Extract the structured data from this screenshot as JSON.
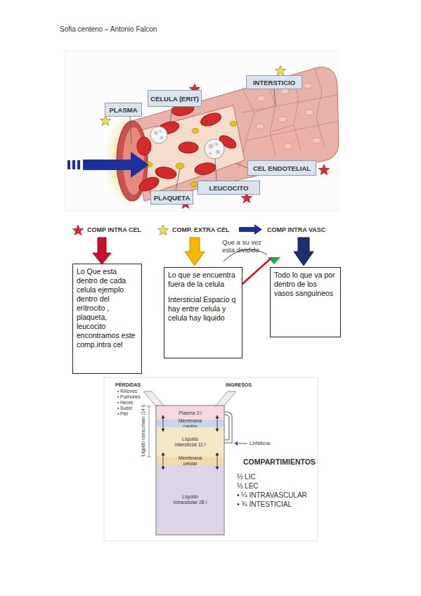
{
  "diagram": {
    "nodes": [
      {
        "text": [
          "INTERSTICIO"
        ]
      },
      {
        "text": [
          "CELULA (ERIT)"
        ]
      },
      {
        "text": [
          "PLASMA"
        ]
      },
      {
        "text": [
          "CEL ENDOTELIAL"
        ]
      },
      {
        "text": [
          "LEUCOCITO"
        ]
      },
      {
        "text": [
          "PLAQUETA"
        ]
      },
      {
        "text": [
          "Lo Que esta dentro de cada celula ejemplo dentro del eritrocito , plaqueta, leucocito encontramos este comp.intra cel"
        ]
      },
      {
        "text": [
          "Lo que se encuentra fuera de la celula",
          "Intersticial Espacio q hay entre celula y celula hay liquido"
        ]
      },
      {
        "text": [
          "Todo lo que va por dentro de los vasos sanguineos"
        ]
      },
      {
        "text": [
          "Plasma 3 l"
        ]
      },
      {
        "text": [
          "Membrana capilar"
        ]
      },
      {
        "text": [
          "Líquido intersticial 11 l"
        ]
      },
      {
        "text": [
          "Membrana celular"
        ]
      },
      {
        "text": [
          "Líquido intracelular 28 l"
        ]
      }
    ],
    "labels": [
      "Sofia centeno – Antonio Falcon",
      "Que a su vez esta dividido",
      "PÉRDIDAS",
      "• Riñones",
      "• Pulmones",
      "• Heces",
      "• Sudor",
      "• Piel",
      "INGRESOS",
      "Líquido extracelular (14 l)",
      "Linfáticos",
      "COMPARTIMIENTOS",
      "⅔ LIC",
      "⅓ LEC",
      "• ¼ INTRAVASCULAR",
      "• ¾ INTESTICIAL"
    ],
    "legend": [
      {
        "text": "COMP INTRA CEL"
      },
      {
        "text": "COMP. EXTRA CEL"
      },
      {
        "text": "COMP INTRA VASC"
      }
    ]
  }
}
